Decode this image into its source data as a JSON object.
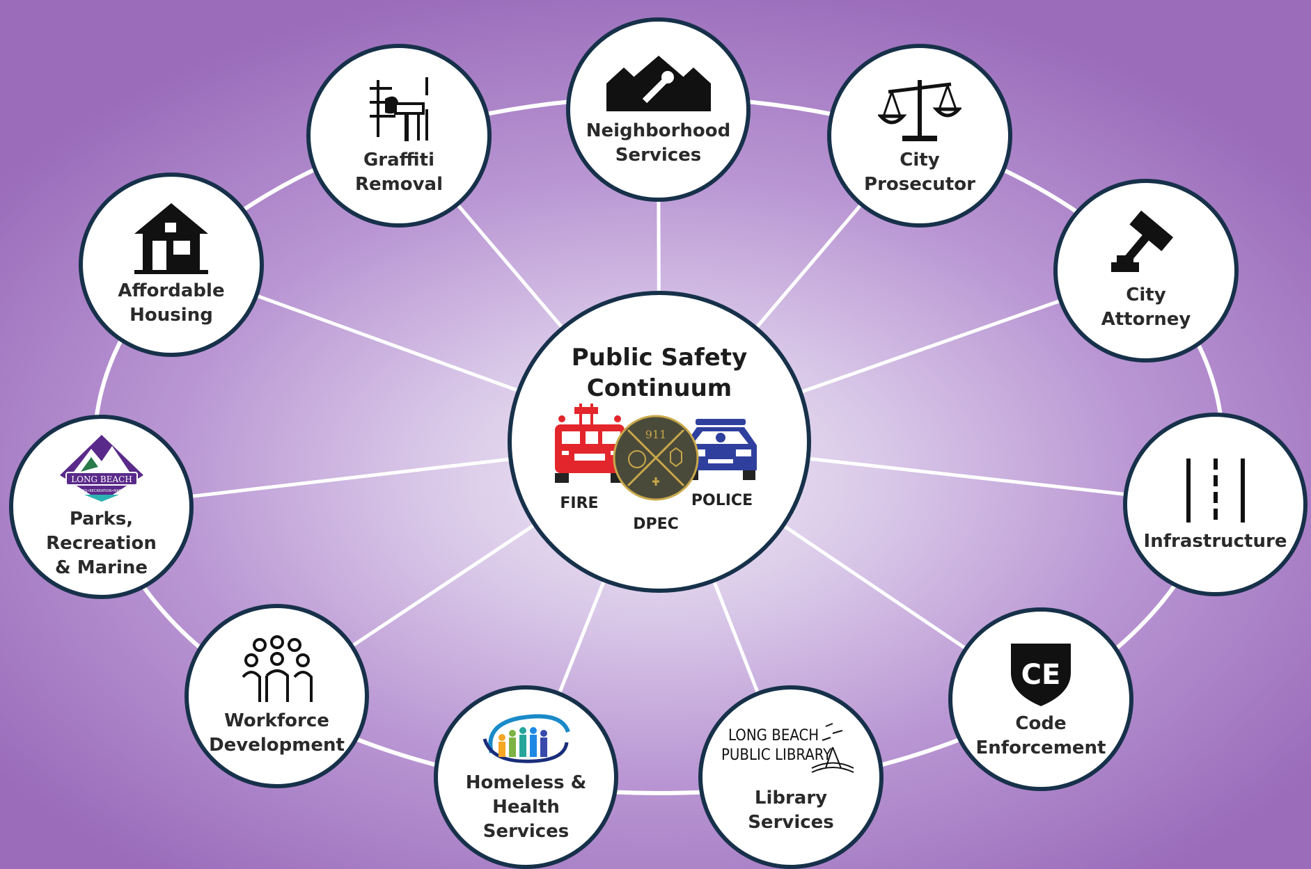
{
  "center": {
    "title": "Public Safety\nContinuum",
    "fire_label": "FIRE",
    "police_label": "POLICE",
    "dpec_label": "DPEC",
    "seal_text": "911"
  },
  "nodes": [
    {
      "id": "neighborhood",
      "label": "Neighborhood\nServices",
      "icon": "houses-wrench-icon"
    },
    {
      "id": "prosecutor",
      "label": "City\nProsecutor",
      "icon": "scales-icon"
    },
    {
      "id": "attorney",
      "label": "City\nAttorney",
      "icon": "gavel-icon"
    },
    {
      "id": "infrastructure",
      "label": "Infrastructure",
      "icon": "road-lanes-icon"
    },
    {
      "id": "code",
      "label": "Code\nEnforcement",
      "icon": "shield-badge-icon",
      "badge_text": "CE"
    },
    {
      "id": "library",
      "label": "Library\nServices",
      "icon": "library-logo-icon",
      "logo_line1": "LONG BEACH",
      "logo_line2": "PUBLIC LIBRARY"
    },
    {
      "id": "homeless",
      "label": "Homeless &\nHealth\nServices",
      "icon": "people-group-icon"
    },
    {
      "id": "workforce",
      "label": "Workforce\nDevelopment",
      "icon": "workers-icon"
    },
    {
      "id": "parks",
      "label": "Parks,\nRecreation\n& Marine",
      "icon": "parks-logo-icon",
      "logo_text": "LONG BEACH",
      "logo_sub": "PARKS•RECREATION•MARINE"
    },
    {
      "id": "housing",
      "label": "Affordable\nHousing",
      "icon": "house-icon"
    },
    {
      "id": "graffiti",
      "label": "Graffiti\nRemoval",
      "icon": "paint-roller-icon"
    }
  ],
  "colors": {
    "ring": "#ffffff",
    "node_border": "#17314a",
    "fire_red": "#e3262b",
    "police_blue": "#2f3f9e",
    "seal": "#4a4a3a",
    "seal_gold": "#c9a84a"
  }
}
